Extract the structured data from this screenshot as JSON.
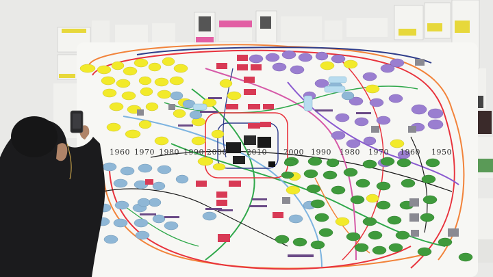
{
  "timeline": {
    "left_decades": [
      "1960",
      "1970",
      "1980",
      "1990",
      "2000",
      "2010"
    ],
    "right_decades": [
      "2000",
      "1990",
      "1980",
      "1970",
      "1960",
      "1950"
    ]
  },
  "colors": {
    "wall": "#e9e9e7",
    "paper": "#f7f7f4",
    "yellow_node": "#f2ea2a",
    "blue_node": "#8fb7d6",
    "purple_node": "#9a7ed0",
    "green_node": "#3f9a3c",
    "red_label": "#d83a55",
    "orange_line": "#f2833a",
    "red_line": "#e8323c",
    "navy_line": "#2f3d8a"
  },
  "icons": {
    "person": "visitor-silhouette",
    "phone": "smartphone-icon"
  }
}
